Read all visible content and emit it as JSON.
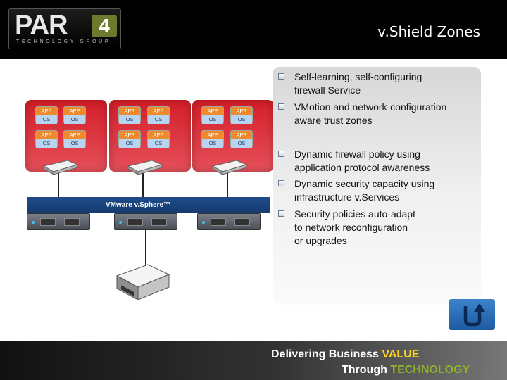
{
  "header": {
    "logo_text": "PAR",
    "logo_number": "4",
    "logo_subtitle": "TECHNOLOGY GROUP",
    "title": "v.Shield Zones"
  },
  "diagram": {
    "vm_app_label": "APP",
    "vm_os_label": "OS",
    "platform_label": "VMware v.Sphere™"
  },
  "bullets": [
    "Self-learning, self-configuring\nfirewall Service",
    "VMotion and network-configuration\naware trust zones",
    "Dynamic firewall policy using\napplication protocol awareness",
    "Dynamic security capacity using\ninfrastructure v.Services",
    "Security policies auto-adapt\nto network reconfiguration\nor upgrades"
  ],
  "footer": {
    "line1_prefix": "Delivering Business ",
    "line1_highlight": "VALUE",
    "line2_prefix": "Through ",
    "line2_highlight": "TECHNOLOGY"
  },
  "colors": {
    "accent_yellow": "#ffd51f",
    "accent_green": "#8fb12a",
    "zone_red": "#d41e28",
    "vsphere_blue": "#1e4c8a",
    "logo_green": "#6c7a2e"
  },
  "icons": {
    "return": "return-arrow-icon",
    "bullet": "checkbox-bullet-icon"
  }
}
